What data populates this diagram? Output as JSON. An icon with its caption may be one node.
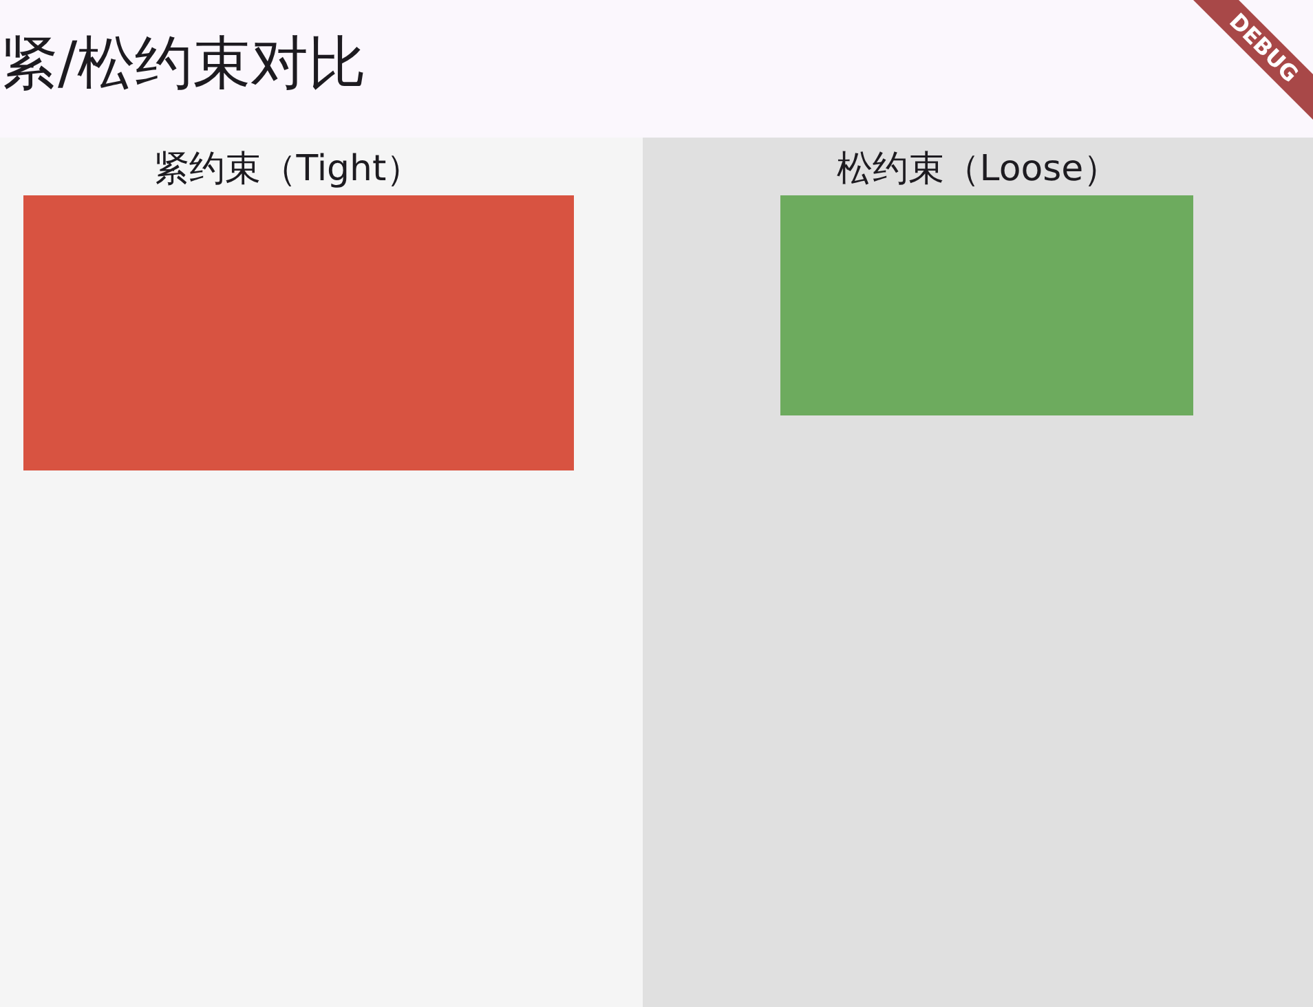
{
  "diagram": {
    "title": "紧/松约束对比",
    "nodes": [
      {
        "text": [
          "紧约束（Tight）"
        ]
      },
      {
        "text": [],
        "shape": "box",
        "in": 0
      },
      {
        "text": [
          "松约束（Loose）"
        ]
      },
      {
        "text": [],
        "shape": "box",
        "in": 2
      }
    ],
    "labels": [
      "DEBUG"
    ]
  }
}
